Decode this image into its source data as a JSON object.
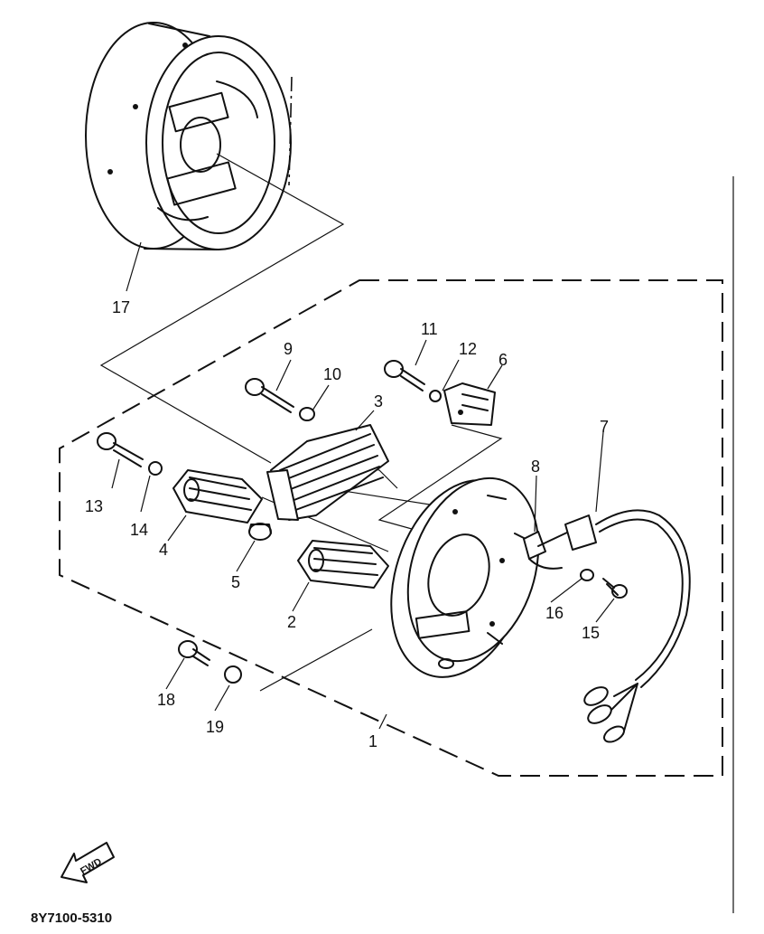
{
  "diagram": {
    "callouts": [
      {
        "id": "1",
        "text": "1"
      },
      {
        "id": "2",
        "text": "2"
      },
      {
        "id": "3",
        "text": "3"
      },
      {
        "id": "4",
        "text": "4"
      },
      {
        "id": "5",
        "text": "5"
      },
      {
        "id": "6",
        "text": "6"
      },
      {
        "id": "7",
        "text": "7"
      },
      {
        "id": "8",
        "text": "8"
      },
      {
        "id": "9",
        "text": "9"
      },
      {
        "id": "10",
        "text": "10"
      },
      {
        "id": "11",
        "text": "11"
      },
      {
        "id": "12",
        "text": "12"
      },
      {
        "id": "13",
        "text": "13"
      },
      {
        "id": "14",
        "text": "14"
      },
      {
        "id": "15",
        "text": "15"
      },
      {
        "id": "16",
        "text": "16"
      },
      {
        "id": "17",
        "text": "17"
      },
      {
        "id": "18",
        "text": "18"
      },
      {
        "id": "19",
        "text": "19"
      }
    ],
    "fwd_label": "FWD",
    "drawing_code": "8Y7100-5310"
  }
}
